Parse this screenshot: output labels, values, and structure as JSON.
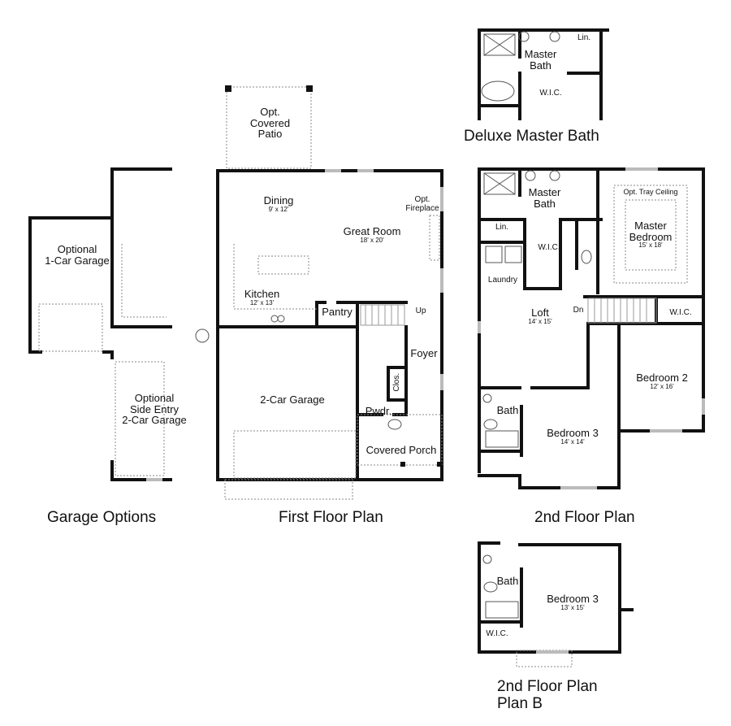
{
  "captions": {
    "garage_options": "Garage Options",
    "first_floor": "First Floor Plan",
    "second_floor": "2nd Floor Plan",
    "deluxe_master_bath": "Deluxe Master Bath",
    "second_floor_b_line1": "2nd Floor Plan",
    "second_floor_b_line2": "Plan B"
  },
  "garage_options": {
    "one_car_line1": "Optional",
    "one_car_line2": "1-Car Garage",
    "side_entry_line1": "Optional",
    "side_entry_line2": "Side Entry",
    "side_entry_line3": "2-Car Garage"
  },
  "first_floor": {
    "patio_line1": "Opt.",
    "patio_line2": "Covered",
    "patio_line3": "Patio",
    "dining": {
      "name": "Dining",
      "dim": "9' x 12'"
    },
    "great_room": {
      "name": "Great Room",
      "dim": "18' x 20'"
    },
    "fireplace_line1": "Opt.",
    "fireplace_line2": "Fireplace",
    "kitchen": {
      "name": "Kitchen",
      "dim": "12' x 13'"
    },
    "pantry": "Pantry",
    "up": "Up",
    "foyer": "Foyer",
    "closet": "Clos.",
    "powder": "Pwdr.",
    "garage": "2-Car Garage",
    "porch": "Covered Porch"
  },
  "deluxe_bath": {
    "master_bath_line1": "Master",
    "master_bath_line2": "Bath",
    "linen": "Lin.",
    "wic": "W.I.C."
  },
  "second_floor": {
    "master_bath_line1": "Master",
    "master_bath_line2": "Bath",
    "linen": "Lin.",
    "wic_master": "W.I.C.",
    "tray": "Opt. Tray Ceiling",
    "master_bedroom_line1": "Master",
    "master_bedroom_line2": "Bedroom",
    "master_bedroom_dim": "15' x 18'",
    "laundry": "Laundry",
    "loft": {
      "name": "Loft",
      "dim": "14' x 15'"
    },
    "down": "Dn",
    "wic_bed2": "W.I.C.",
    "bedroom2": {
      "name": "Bedroom 2",
      "dim": "12' x 16'"
    },
    "bath": "Bath",
    "bedroom3": {
      "name": "Bedroom 3",
      "dim": "14' x 14'"
    }
  },
  "second_floor_b": {
    "bath": "Bath",
    "bedroom3": {
      "name": "Bedroom 3",
      "dim": "13' x 15'"
    },
    "wic": "W.I.C."
  }
}
